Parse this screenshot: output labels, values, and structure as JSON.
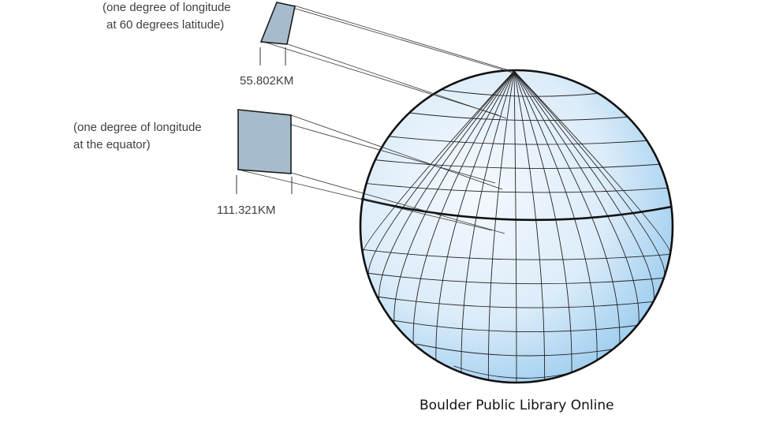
{
  "labels": {
    "lat60_line1": "(one degree of longitude",
    "lat60_line2": "at 60 degrees latitude)",
    "lat60_distance": "55.802KM",
    "equator_line1": "(one degree of longitude",
    "equator_line2": "at the equator)",
    "equator_distance": "111.321KM"
  },
  "caption": "Boulder Public Library Online",
  "colors": {
    "globe_light": "#f4f9fe",
    "globe_mid": "#cfe6f7",
    "globe_edge": "#8ec6ec",
    "patch_fill": "#a6bccc"
  }
}
